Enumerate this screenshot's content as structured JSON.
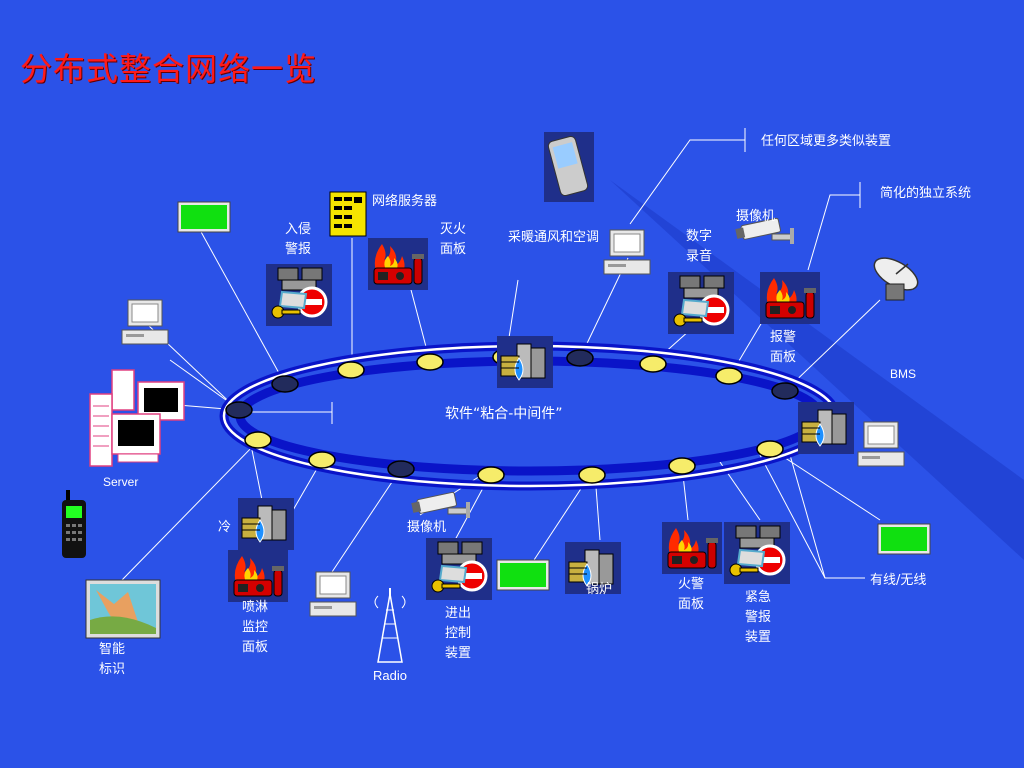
{
  "title": "分布式整合网络一览",
  "hub_label": "软件“粘合-中间件”",
  "labels": {
    "network_server": "网络服务器",
    "intrusion_alarm": "入侵\n警报",
    "fire_panel": "灭火\n面板",
    "hvac": "采暖通风和空调",
    "digital_recording": "数字\n录音",
    "camera_top": "摄像机",
    "alarm_panel": "报警\n面板",
    "more_devices": "任何区域更多类似装置",
    "standalone": "简化的独立系统",
    "bms": "BMS",
    "server": "Server",
    "cold": "冷",
    "camera_bottom": "摄像机",
    "sprinkler_panel": "喷淋\n监控\n面板",
    "smart_sign": "智能\n标识",
    "radio": "Radio",
    "access_control": "进出\n控制\n装置",
    "boiler": "锅炉",
    "fire_alarm_panel": "火警\n面板",
    "emergency_alarm": "紧急\n警报\n装置",
    "wired_wireless": "有线/无线"
  },
  "colors": {
    "background": "#2b52e8",
    "ring": "#0a14c8",
    "node_active": "#f6ec6a",
    "node_idle": "#222b5c",
    "title": "#ff1a1a"
  }
}
